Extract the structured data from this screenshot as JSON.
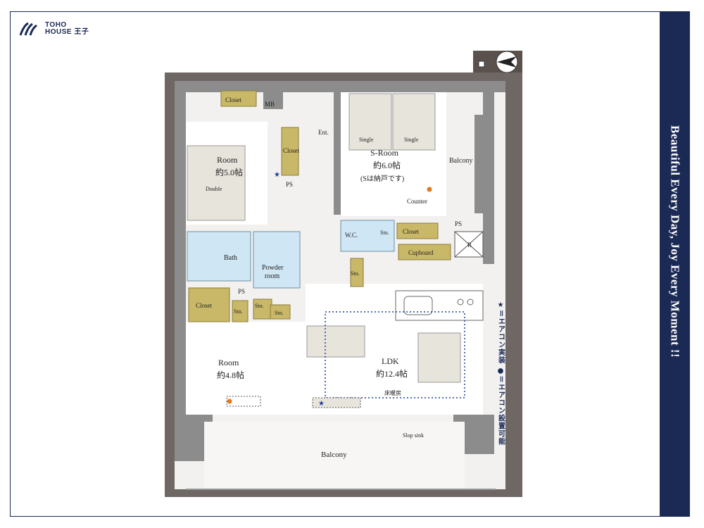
{
  "brand": {
    "line1": "TOHO",
    "line2": "HOUSE 王子"
  },
  "tagline": "Beautiful  Every Day, Joy Every Moment !!",
  "legend": "★＝エアコン実装 ●＝エアコン設置可能",
  "rooms": {
    "closet_top": "Closet",
    "mb": "MB",
    "ent": "Ent.",
    "room1_name": "Room",
    "room1_size": "約5.0帖",
    "double": "Double",
    "closet_mid": "Closet",
    "ps1": "PS",
    "sroom_name": "S-Room",
    "sroom_size": "約6.0帖",
    "sroom_note": "(Sは納戸です)",
    "single1": "Single",
    "single2": "Single",
    "balcony_side": "Balcony",
    "counter": "Counter",
    "ps2": "PS",
    "wc": "W.C.",
    "sto_wc": "Sto.",
    "closet_wc": "Closet",
    "cupboard": "Cupboard",
    "r": "R",
    "bath": "Bath",
    "powder": "Powder",
    "powder2": "room",
    "sto_hall": "Sto.",
    "ps3": "PS",
    "closet_bottom": "Closet",
    "sto1": "Sto.",
    "sto2": "Sto.",
    "sto3": "Sto.",
    "room2_name": "Room",
    "room2_size": "約4.8帖",
    "ldk_name": "LDK",
    "ldk_size": "約12.4帖",
    "floor_heat": "床暖房",
    "slop_sink": "Slop sink",
    "balcony_bottom": "Balcony"
  },
  "colors": {
    "navy": "#1b2a55",
    "wall": "#8c8c8c",
    "storage": "#c9b867",
    "wet": "#cfe6f4",
    "accent_orange": "#e07a1f",
    "accent_blue": "#1b3fa0"
  }
}
